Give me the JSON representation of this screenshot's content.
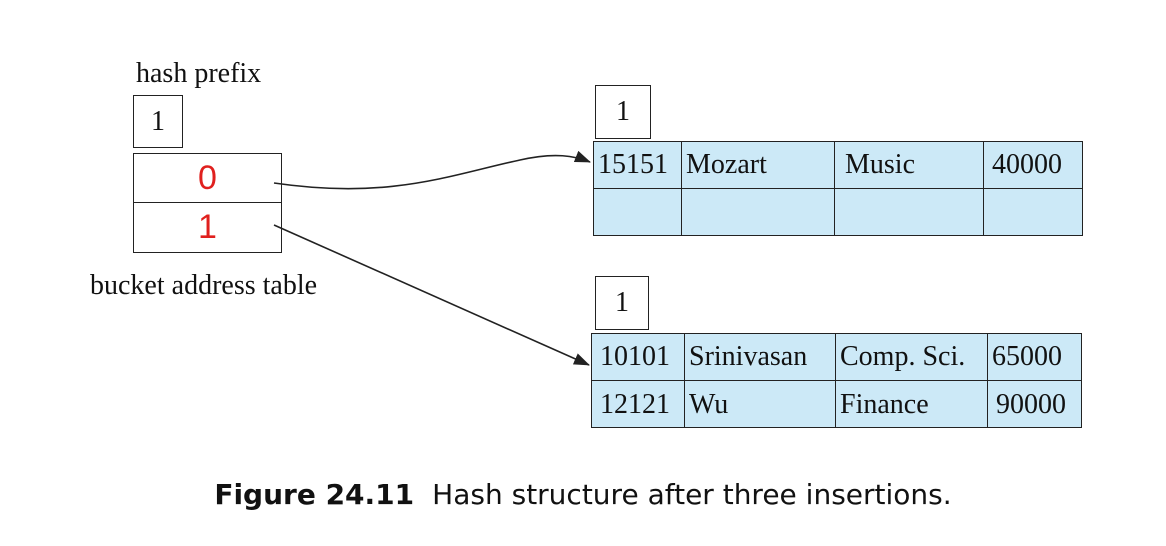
{
  "hash_prefix_label": "hash prefix",
  "hash_prefix_value": "1",
  "bucket_address_table": {
    "label": "bucket address table",
    "entries": [
      "0",
      "1"
    ],
    "entry_color": "#e0201e"
  },
  "buckets": [
    {
      "local_depth": "1",
      "records": [
        [
          "15151",
          "Mozart",
          "Music",
          "40000"
        ],
        [
          "",
          "",
          "",
          ""
        ]
      ]
    },
    {
      "local_depth": "1",
      "records": [
        [
          "10101",
          "Srinivasan",
          "Comp. Sci.",
          "65000"
        ],
        [
          "12121",
          "Wu",
          "Finance",
          "90000"
        ]
      ]
    }
  ],
  "bucket_fill_color": "#cce9f7",
  "caption": {
    "number": "Figure 24.11",
    "text": "Hash structure after three insertions."
  }
}
